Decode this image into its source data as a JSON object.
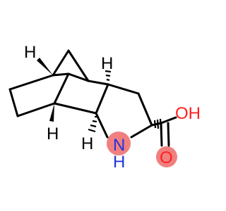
{
  "molecule": {
    "atoms": {
      "h_top_left": "H",
      "h_top_right": "H",
      "h_bottom_left": "H",
      "h_bottom_mid": "H",
      "nitrogen": "N",
      "nitrogen_h": "H",
      "hydroxyl": "OH",
      "carbonyl_o": "O"
    },
    "colors": {
      "bond": "#000000",
      "nitrogen_label": "#2233dd",
      "nitrogen_highlight": "#f08080",
      "oxygen_label": "#ff2020",
      "oxygen_highlight": "#f08080"
    }
  }
}
